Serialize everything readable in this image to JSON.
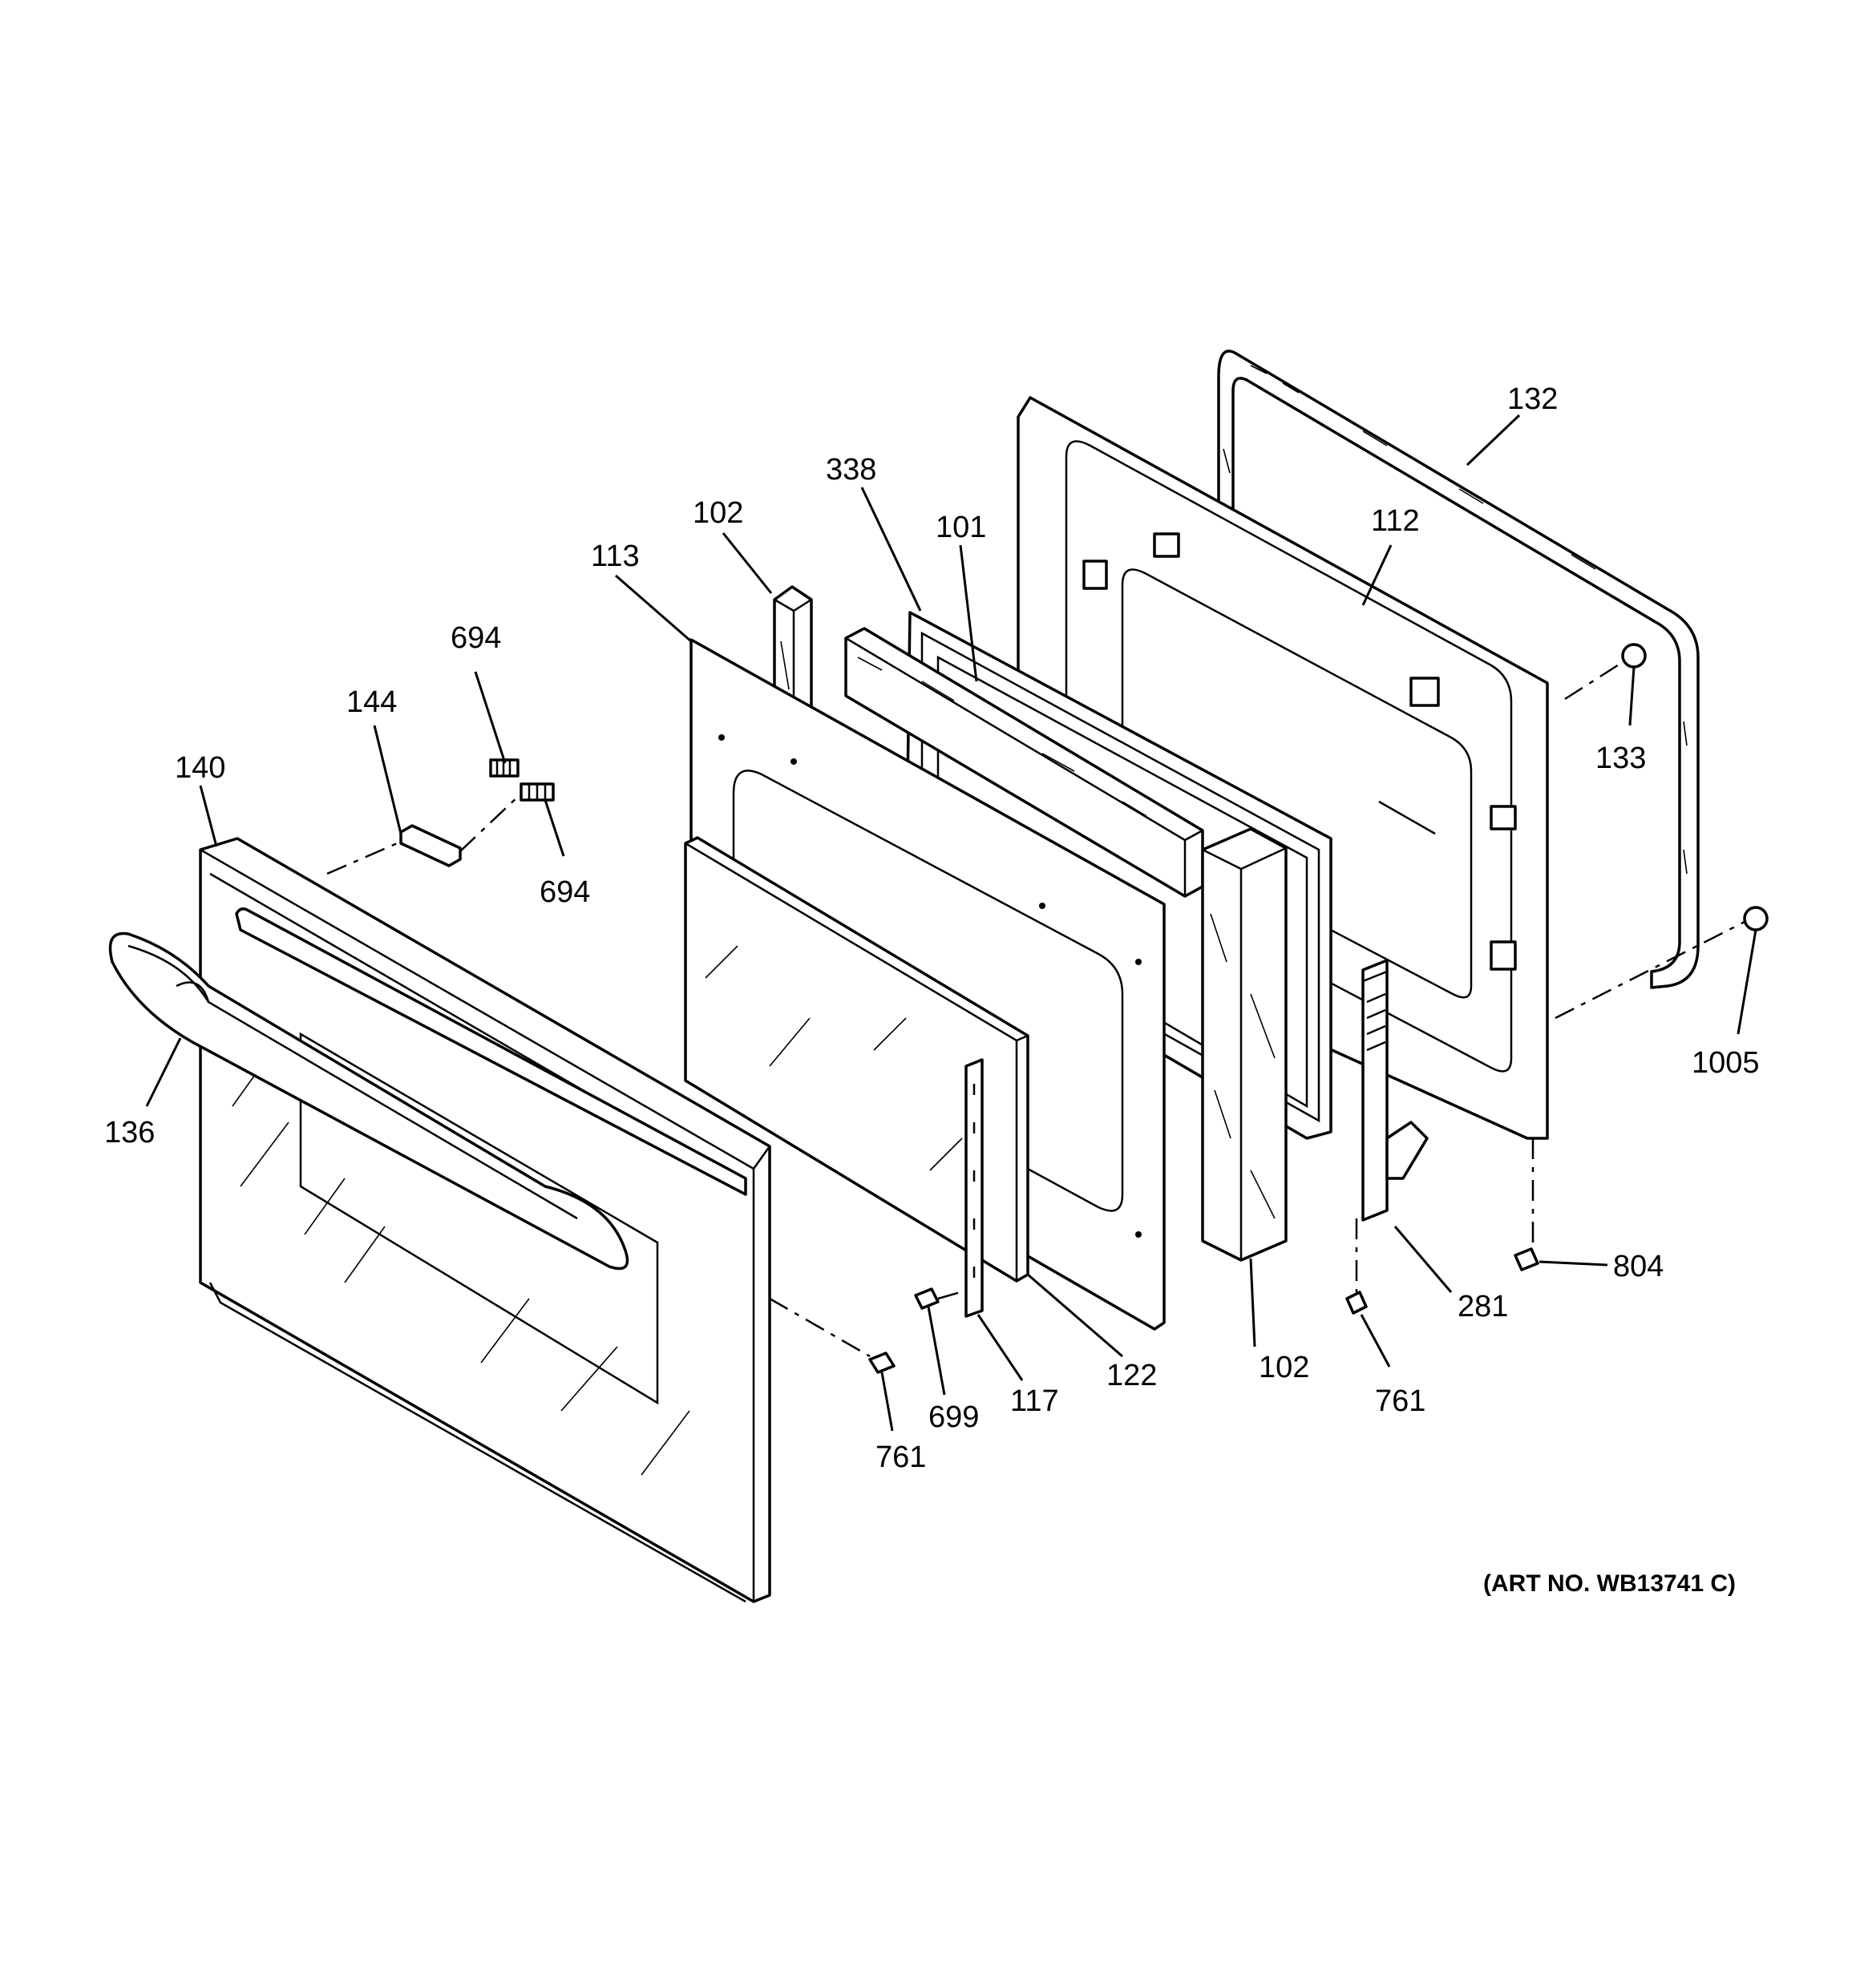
{
  "labels": {
    "p132": "132",
    "p338": "338",
    "p102_top": "102",
    "p101": "101",
    "p112": "112",
    "p113": "113",
    "p694_top": "694",
    "p133": "133",
    "p144": "144",
    "p140": "140",
    "p694_mid": "694",
    "p1005": "1005",
    "p136": "136",
    "p804": "804",
    "p281": "281",
    "p122": "122",
    "p102_bottom": "102",
    "p699": "699",
    "p117": "117",
    "p761_right": "761",
    "p761_left": "761"
  },
  "art_number": "(ART NO. WB13741 C)"
}
